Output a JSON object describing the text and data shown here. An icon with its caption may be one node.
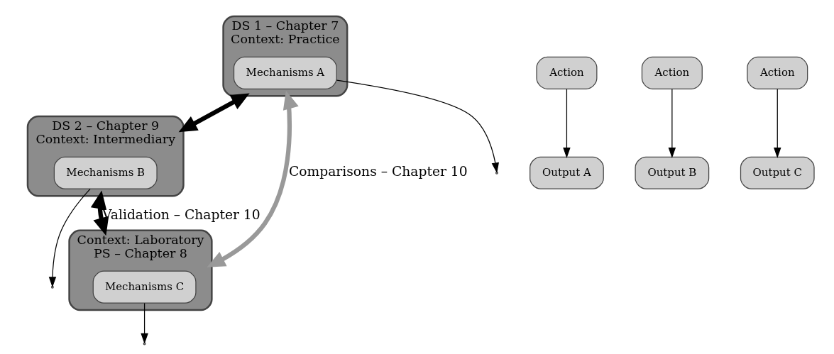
{
  "diagram": {
    "nodes": [
      {
        "text": [
          "DS 1 – Chapter 7",
          "Context: Practice"
        ]
      },
      {
        "text": [
          "Action"
        ]
      },
      {
        "text": [
          "Output A"
        ]
      },
      {
        "text": [
          "Mechanisms A"
        ],
        "in": 0
      },
      {
        "text": [
          "DS 2 – Chapter 9",
          "Context: Intermediary"
        ]
      },
      {
        "text": [
          "Action"
        ]
      },
      {
        "text": [
          "Output B"
        ]
      },
      {
        "text": [
          "Mechanisms B"
        ],
        "in": 4
      },
      {
        "text": [
          "Context: Laboratory",
          "PS – Chapter 8"
        ]
      },
      {
        "text": [
          "Action"
        ]
      },
      {
        "text": [
          "Output C"
        ]
      },
      {
        "text": [
          "Mechanisms C"
        ],
        "in": 8
      }
    ],
    "edges": [
      {
        "from": 1,
        "to": 2,
        "arrow": "to"
      },
      {
        "from": 3,
        "to": null,
        "arrow": "to"
      },
      {
        "from": 5,
        "to": 6,
        "arrow": "to"
      },
      {
        "from": 7,
        "to": null,
        "arrow": "to"
      },
      {
        "from": 9,
        "to": 10,
        "arrow": "to"
      },
      {
        "from": 11,
        "to": null,
        "arrow": "to"
      },
      {
        "from": 0,
        "to": 4,
        "arrow": "both",
        "style": "thick"
      },
      {
        "from": 0,
        "to": 8,
        "arrow": "both",
        "style": "thick",
        "color": "#999999",
        "label": "Comparisons – Chapter 10"
      },
      {
        "from": 4,
        "to": 8,
        "arrow": "both",
        "style": "thick",
        "label": "Validation – Chapter 10"
      }
    ]
  }
}
